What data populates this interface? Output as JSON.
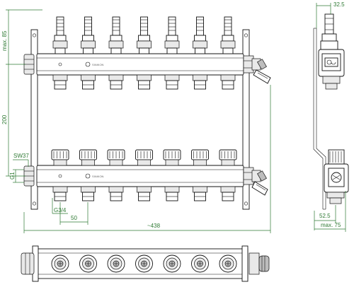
{
  "dimensions": {
    "max85": "max. 85",
    "d200": "200",
    "sw37": "SW37",
    "g1": "G1",
    "g34": "G3/4",
    "d50": "50",
    "d438": "~438",
    "d325": "32.5",
    "d525": "52.5",
    "max75": "max. 75"
  },
  "brand_mark": "SINIKON",
  "circuits": 7,
  "colors": {
    "dimension": "#2f7a34",
    "line": "#111111"
  },
  "icons": {
    "side_flow_meter": "flow-meter-symbol-icon",
    "side_valve": "valve-symbol-icon"
  }
}
